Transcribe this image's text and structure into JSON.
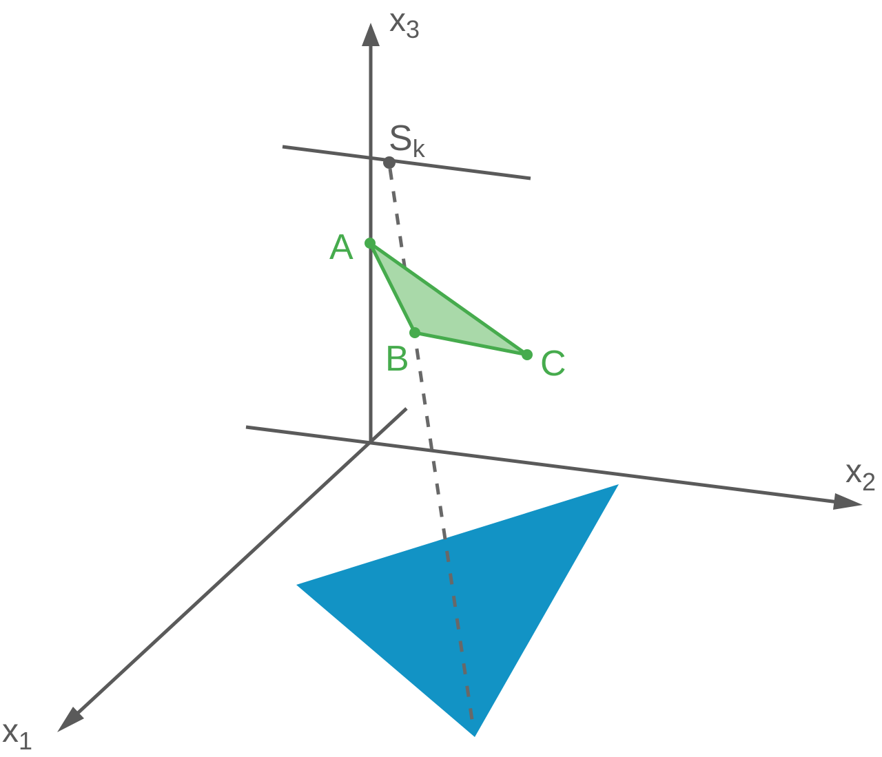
{
  "colors": {
    "axis": "#5a5a5a",
    "dash": "#686868",
    "green": "#46ab4d",
    "green_fill": "#a9d9a9",
    "blue": "#1293c5",
    "point_dark": "#5a5a5a"
  },
  "labels": {
    "axis_x1": {
      "base": "x",
      "sub": "1"
    },
    "axis_x2": {
      "base": "x",
      "sub": "2"
    },
    "axis_x3": {
      "base": "x",
      "sub": "3"
    },
    "point_s": {
      "base": "S",
      "sub": "k"
    },
    "vertex_a": "A",
    "vertex_b": "B",
    "vertex_c": "C"
  }
}
